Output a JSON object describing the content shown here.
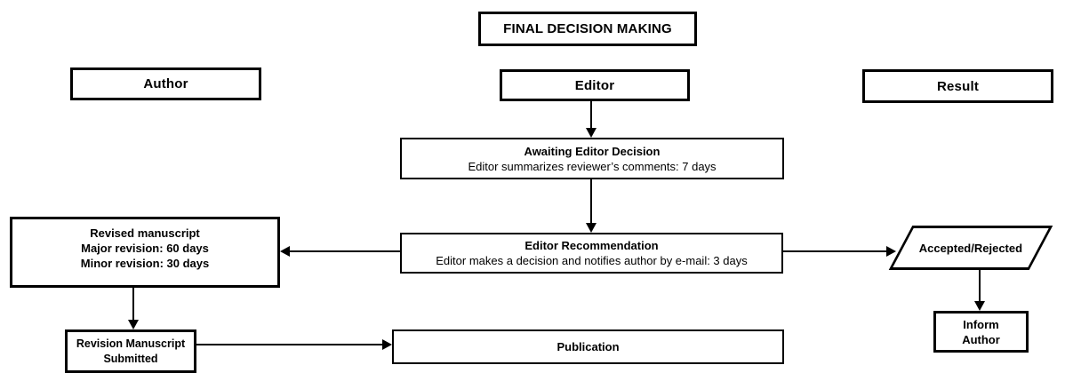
{
  "title": "FINAL DECISION MAKING",
  "columns": {
    "author": "Author",
    "editor": "Editor",
    "result": "Result"
  },
  "nodes": {
    "awaiting": {
      "title": "Awaiting Editor Decision",
      "subtitle": "Editor summarizes reviewer’s comments: 7 days"
    },
    "recommendation": {
      "title": "Editor Recommendation",
      "subtitle": "Editor makes a decision and notifies author by e-mail: 3 days"
    },
    "revised": {
      "line1": "Revised manuscript",
      "line2": "Major revision: 60 days",
      "line3": "Minor revision: 30 days"
    },
    "revision_submitted": {
      "line1": "Revision Manuscript",
      "line2": "Submitted"
    },
    "publication": {
      "title": "Publication"
    },
    "accepted_rejected": {
      "title": "Accepted/Rejected"
    },
    "inform_author": {
      "line1": "Inform",
      "line2": "Author"
    }
  },
  "colors": {
    "border": "#000000",
    "background": "#ffffff",
    "text": "#000000"
  }
}
